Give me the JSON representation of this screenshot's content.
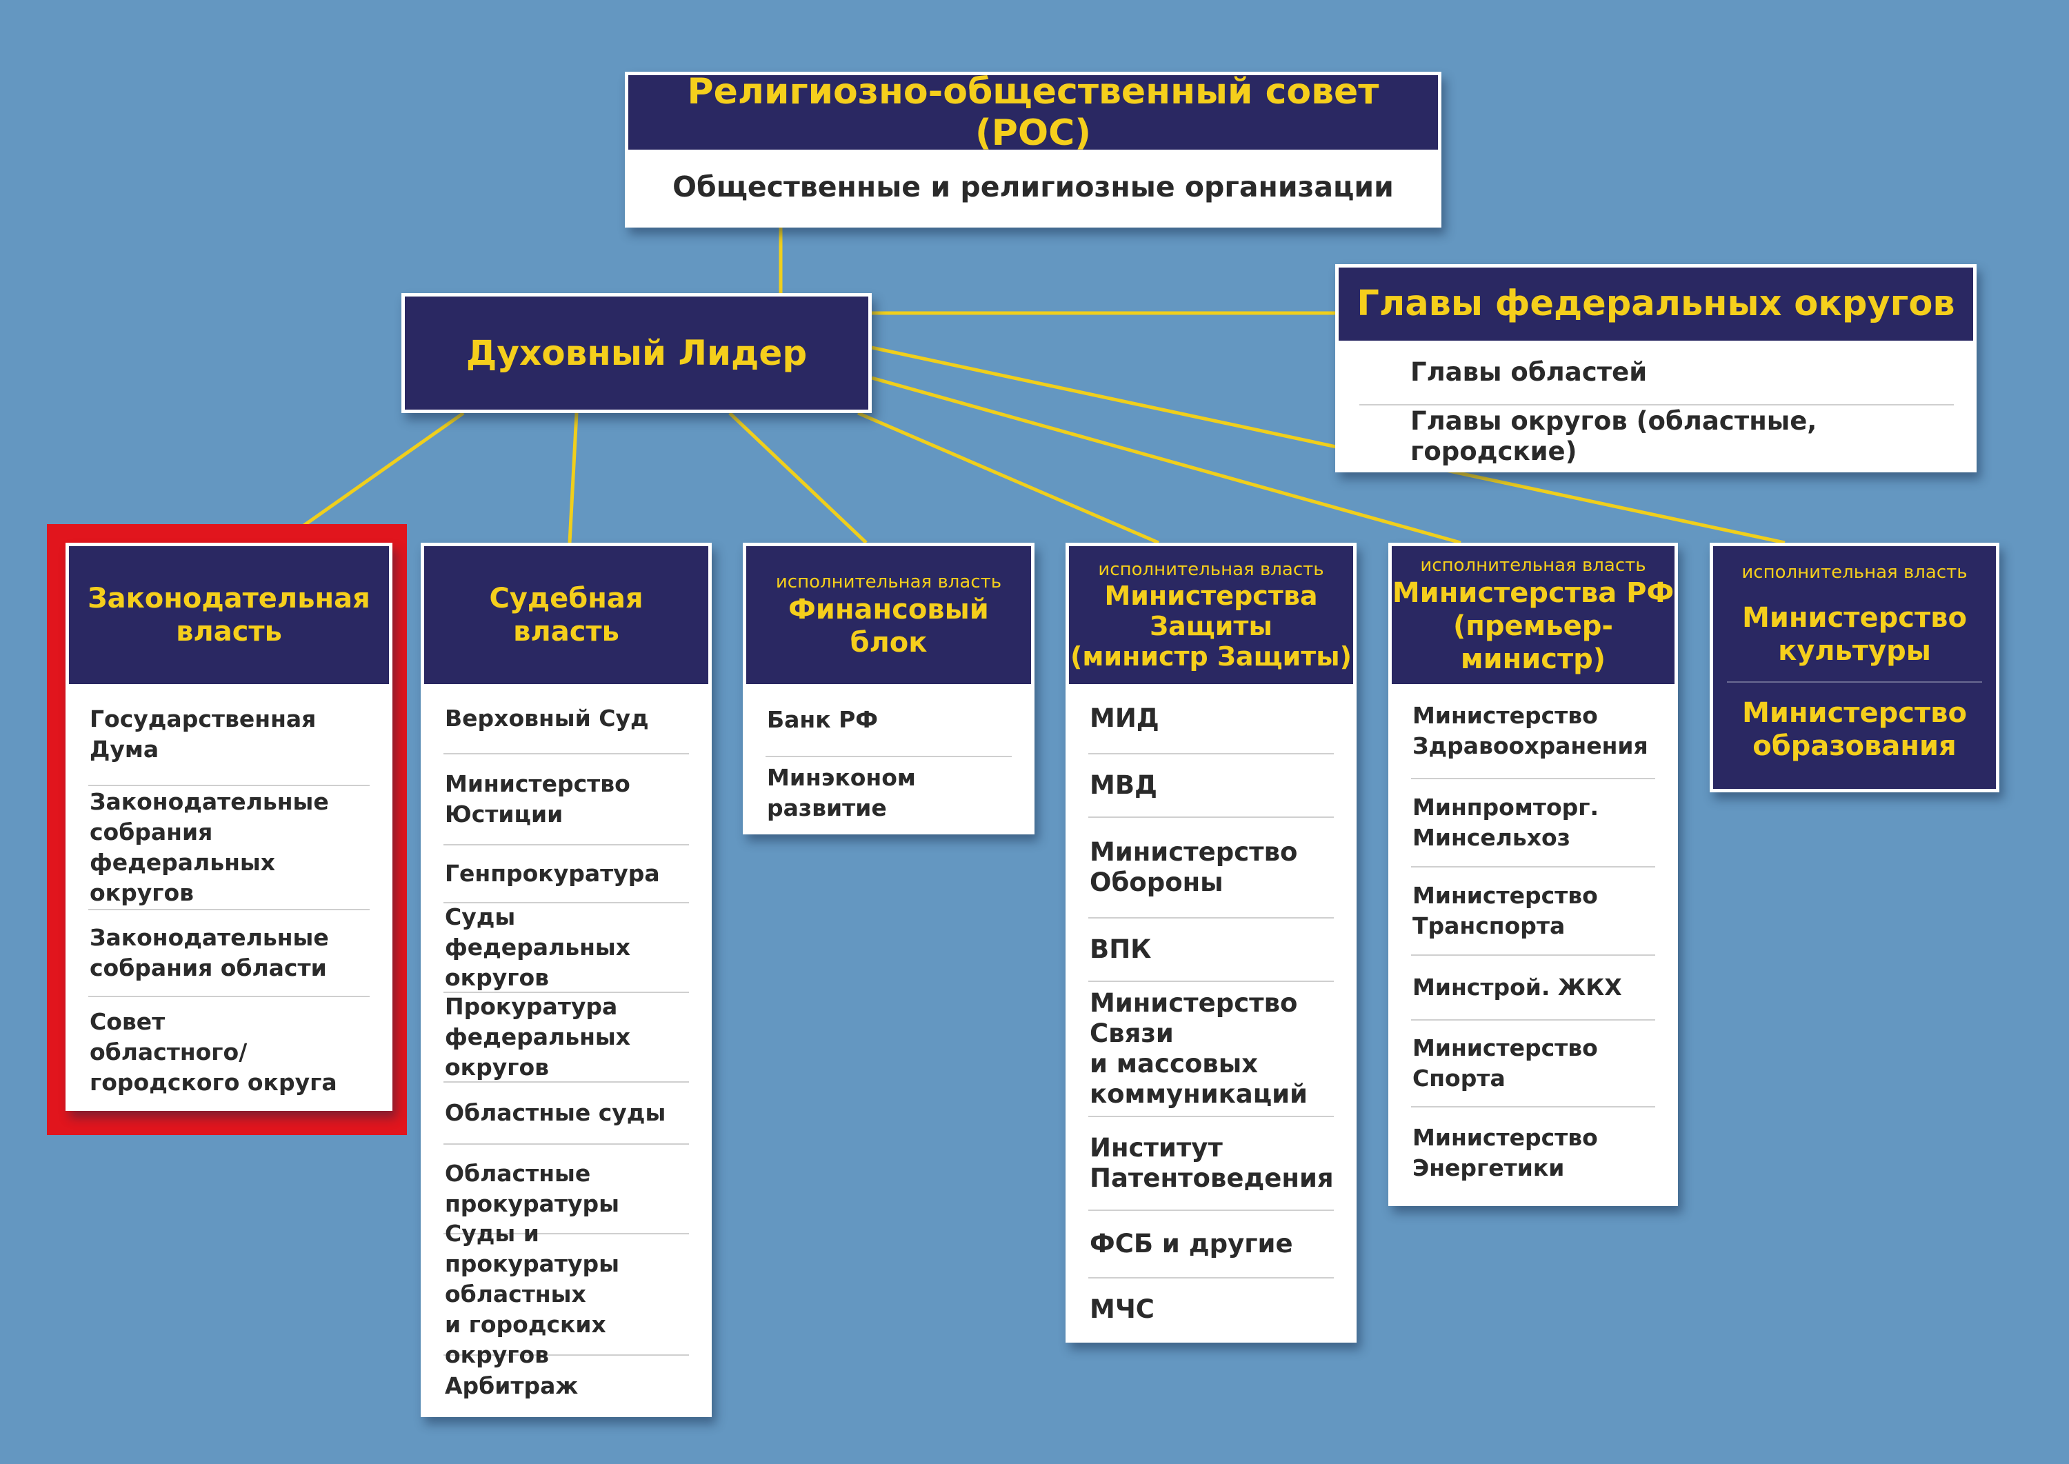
{
  "roc": {
    "title": "Религиозно-общественный совет (РОС)",
    "subtitle": "Общественные и религиозные организации"
  },
  "leader": {
    "title": "Духовный Лидер"
  },
  "heads": {
    "title": "Главы федеральных округов",
    "items": [
      "Главы областей",
      "Главы округов (областные, городские)"
    ]
  },
  "columns": [
    {
      "prefix": "",
      "title": "Законодательная\nвласть",
      "highlighted": true,
      "items": [
        "Государственная\nДума",
        "Законодательные\nсобрания\nфедеральных округов",
        "Законодательные\nсобрания области",
        "Совет\nобластного/\nгородского округа"
      ]
    },
    {
      "prefix": "",
      "title": "Судебная\nвласть",
      "items": [
        "Верховный Суд",
        "Министерство\nЮстиции",
        "Генпрокуратура",
        "Суды\nфедеральных округов",
        "Прокуратура\nфедеральных округов",
        "Областные суды",
        "Областные\nпрокуратуры",
        "Суды и прокуратуры\nобластных\nи городских округов",
        "Арбитраж"
      ]
    },
    {
      "prefix": "исполнительная власть",
      "title": "Финансовый\nблок",
      "items": [
        "Банк РФ",
        "Минэконом\nразвитие"
      ]
    },
    {
      "prefix": "исполнительная власть",
      "title": "Министерства\nЗащиты\n(министр Защиты)",
      "items": [
        "МИД",
        "МВД",
        "Министерство\nОбороны",
        "ВПК",
        "Министерство Связи\nи массовых\nкоммуникаций",
        "Институт\nПатентоведения",
        "ФСБ и другие",
        "МЧС"
      ]
    },
    {
      "prefix": "исполнительная власть",
      "title": "Министерства РФ\n(премьер-министр)",
      "items": [
        "Министерство\nЗдравоохранения",
        "Минпромторг.\nМинсельхоз",
        "Министерство\nТранспорта",
        "Минстрой. ЖКХ",
        "Министерство\nСпорта",
        "Министерство\nЭнергетики"
      ]
    },
    {
      "prefix": "исполнительная власть",
      "title": "Министерство\nкультуры",
      "title2": "Министерство\nобразования",
      "items": []
    }
  ],
  "colors": {
    "background": "#6497c1",
    "header": "#2a2862",
    "header_text": "#f5cf1c",
    "connector": "#f0cf1c",
    "highlight": "#e1151d"
  }
}
